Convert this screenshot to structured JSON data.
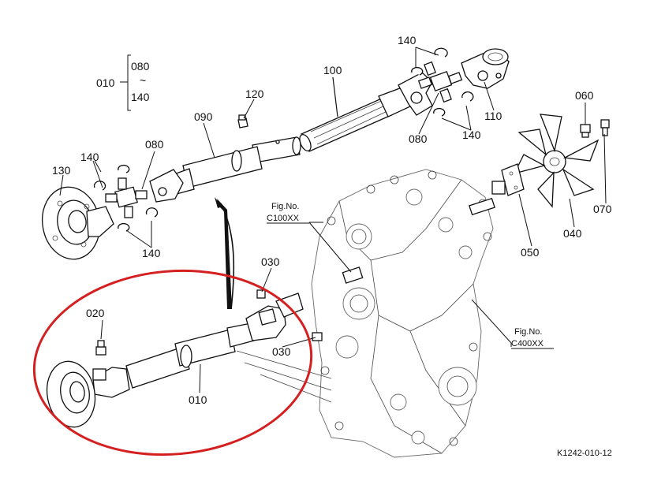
{
  "diagram": {
    "drawing_code": "K1242-010-12",
    "labels": {
      "p010": "010",
      "p020": "020",
      "p030a": "030",
      "p030b": "030",
      "p040": "040",
      "p050": "050",
      "p060": "060",
      "p070": "070",
      "p080a": "080",
      "p080b": "080",
      "p090": "090",
      "p100": "100",
      "p110": "110",
      "p120": "120",
      "p130": "130",
      "p140a": "140",
      "p140b": "140",
      "p140c": "140",
      "p140d": "140",
      "group_parent": "010",
      "group_from": "080",
      "group_tilde": "~",
      "group_to": "140"
    },
    "fig_refs": {
      "upper": {
        "line1": "Fig.No.",
        "line2": "C100XX"
      },
      "lower": {
        "line1": "Fig.No.",
        "line2": "C400XX"
      }
    },
    "highlight_color": "#d42020"
  }
}
